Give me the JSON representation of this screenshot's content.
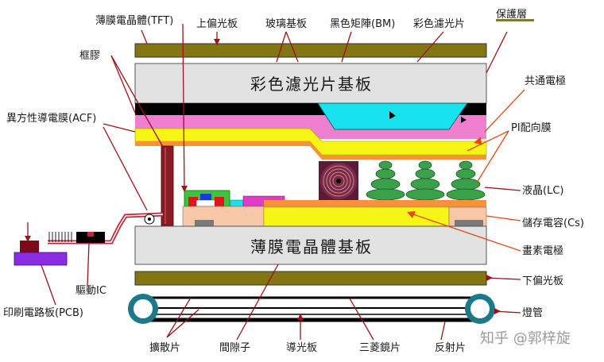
{
  "labels": {
    "tft": "薄膜電晶體(TFT)",
    "upper_polarizer": "上偏光板",
    "glass_substrate": "玻璃基板",
    "black_matrix": "黑色矩陣(BM)",
    "color_filter": "彩色濾光片",
    "protective_layer": "保護層",
    "frame_glue": "框膠",
    "common_electrode": "共通電極",
    "acf": "異方性導電膜(ACF)",
    "pi_alignment": "PI配向膜",
    "liquid_crystal": "液晶(LC)",
    "storage_capacitor": "儲存電容(Cs)",
    "pixel_electrode": "畫素電極",
    "driver_ic": "驅動IC",
    "lower_polarizer": "下偏光板",
    "pcb": "印刷電路板(PCB)",
    "lamp": "燈管",
    "diffuser": "擴散片",
    "spacer": "間隙子",
    "light_guide": "導光板",
    "prism_sheet": "三菱鏡片",
    "reflector": "反射片",
    "cf_substrate": "彩色濾光片基板",
    "tft_substrate": "薄膜電晶體基板"
  },
  "watermark": "知乎 @郭梓旋",
  "colors": {
    "polarizer": "#827512",
    "glass": "#e2e2e2",
    "black_matrix": "#000000",
    "pink_layer": "#ef7fcf",
    "yellow_layer": "#f7f516",
    "orange_line": "#f7923c",
    "cyan_filter": "#18e2ee",
    "leader_red": "#a0101a",
    "leader_orange": "#e24a10",
    "pcb_purple": "#8b2be2",
    "lamp_teal": "#1b7a8a",
    "lc_green": "#2a8a3a"
  }
}
